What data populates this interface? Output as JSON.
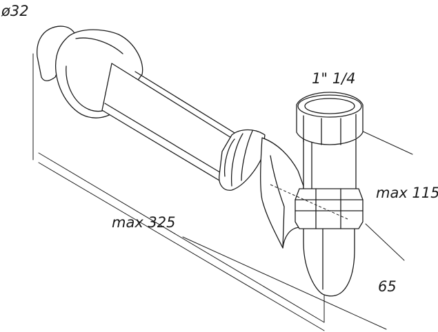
{
  "labels": {
    "diameter": "ø32",
    "thread": "1\" 1/4",
    "max_height": "max 115",
    "max_length": "max 325",
    "depth": "65"
  }
}
